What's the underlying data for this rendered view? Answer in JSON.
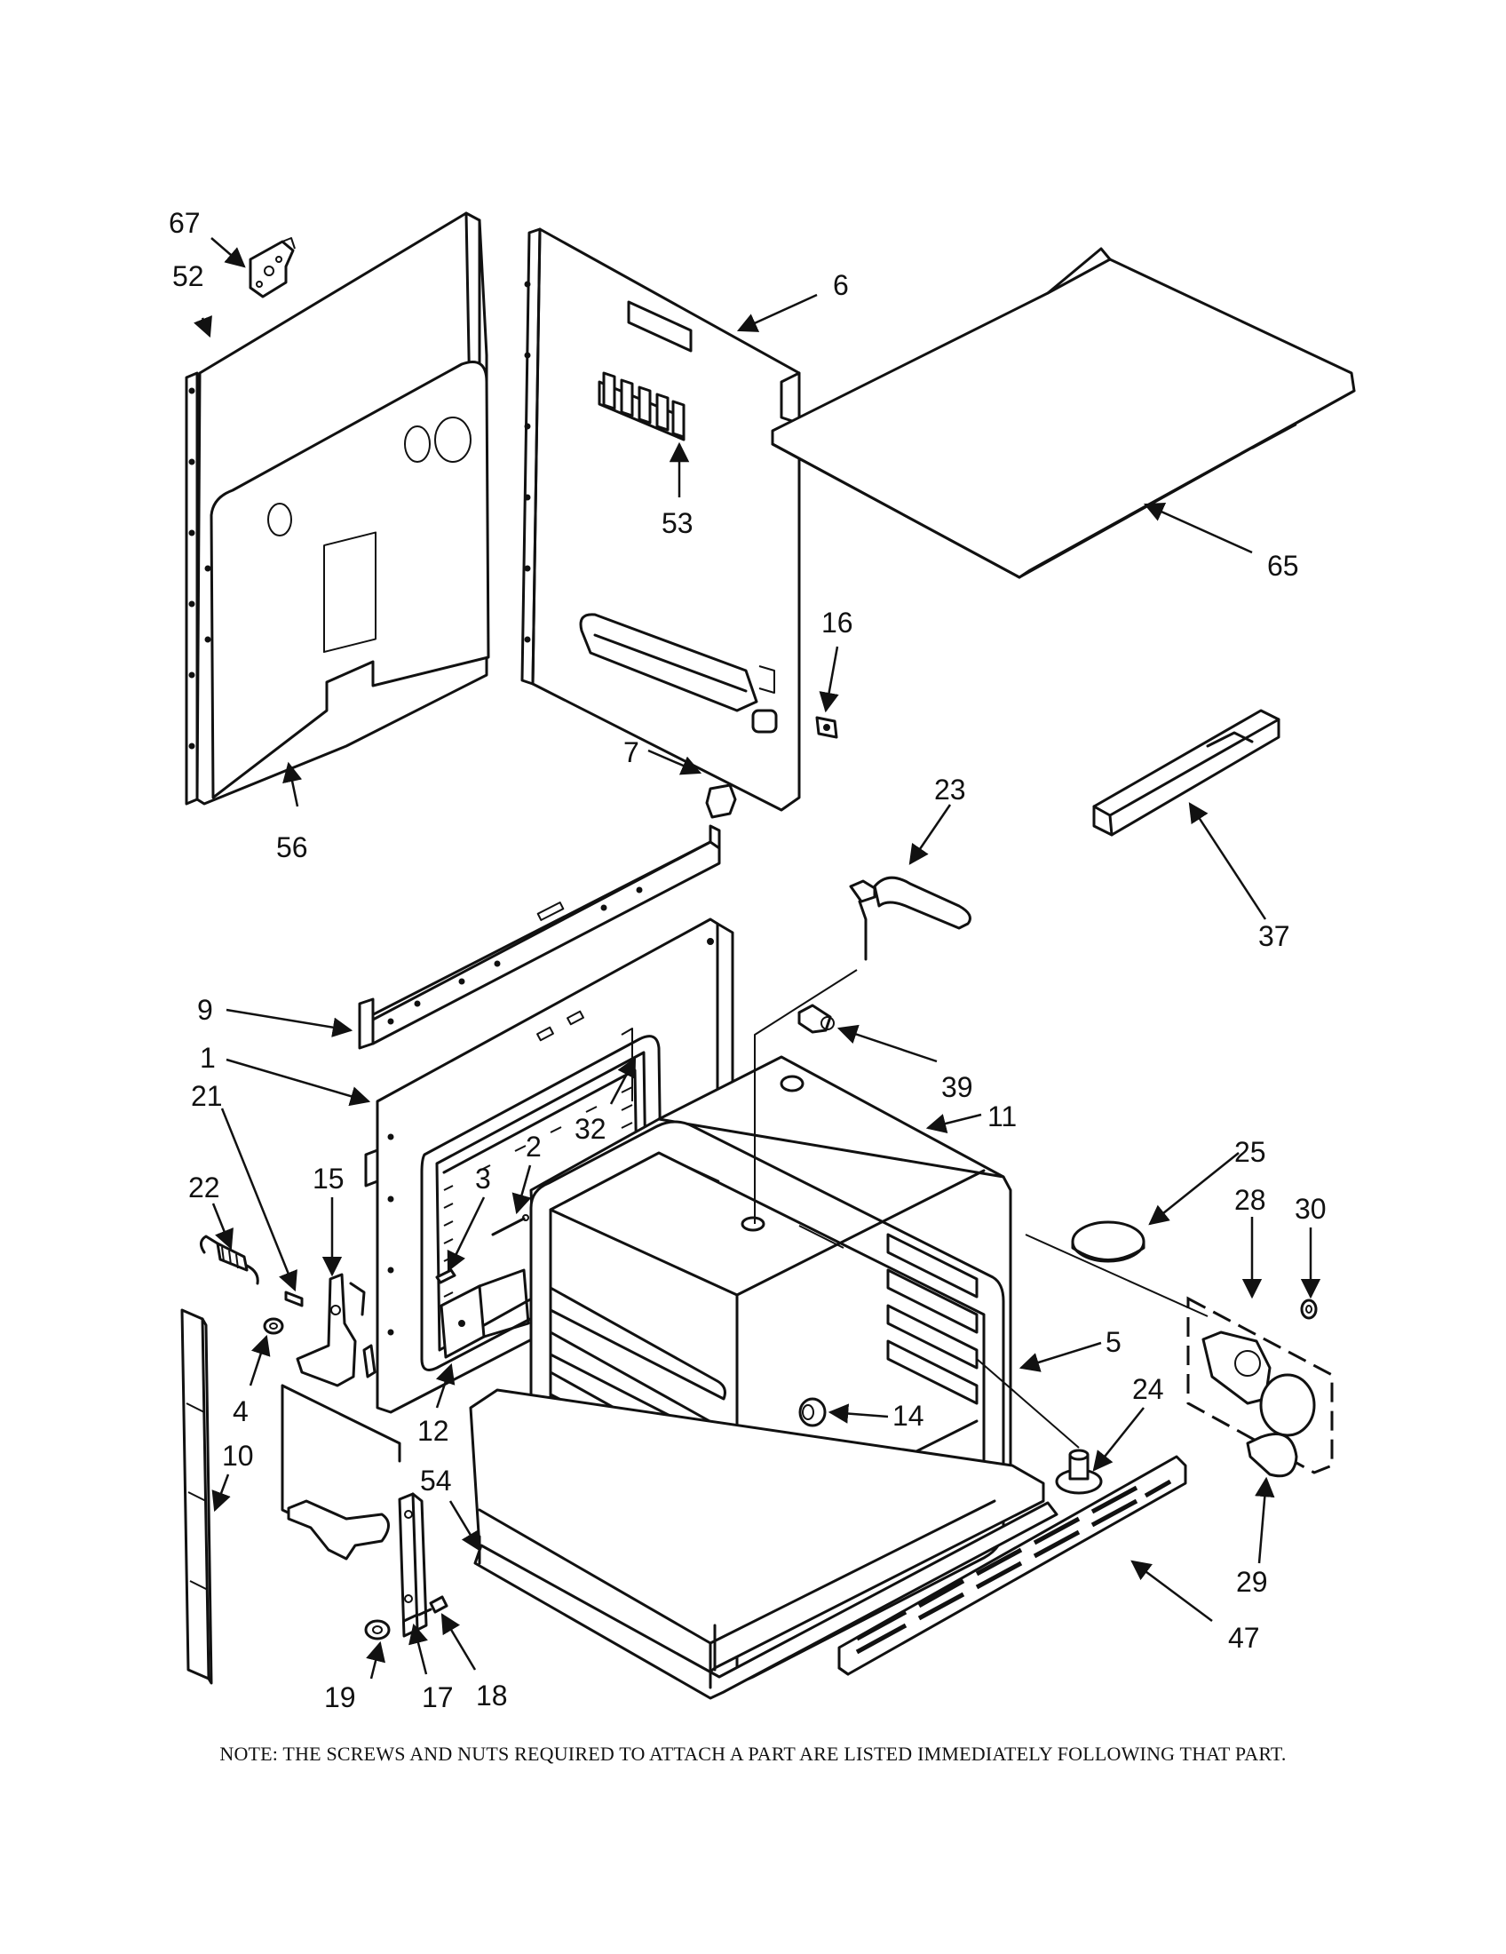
{
  "note": "NOTE: THE SCREWS AND NUTS REQUIRED TO ATTACH A PART ARE LISTED IMMEDIATELY FOLLOWING THAT PART.",
  "callouts": {
    "c1": "1",
    "c2": "2",
    "c3": "3",
    "c4": "4",
    "c5": "5",
    "c6": "6",
    "c7": "7",
    "c9": "9",
    "c10": "10",
    "c11": "11",
    "c12": "12",
    "c14": "14",
    "c15": "15",
    "c16": "16",
    "c17": "17",
    "c18": "18",
    "c19": "19",
    "c21": "21",
    "c22": "22",
    "c23": "23",
    "c24": "24",
    "c25": "25",
    "c28": "28",
    "c29": "29",
    "c30": "30",
    "c32": "32",
    "c37": "37",
    "c39": "39",
    "c47": "47",
    "c52": "52",
    "c53": "53",
    "c54": "54",
    "c56": "56",
    "c65": "65",
    "c67": "67"
  }
}
